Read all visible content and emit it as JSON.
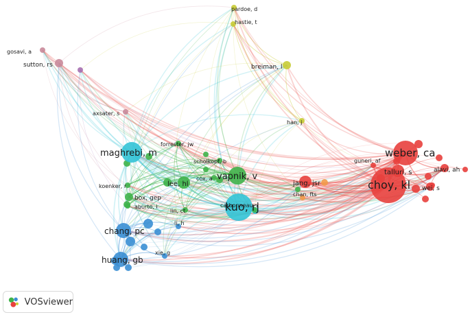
{
  "app": {
    "name": "VOSviewer"
  },
  "colors": {
    "red": "#e8403d",
    "green": "#3fb34a",
    "blue": "#3b8fd4",
    "cyan": "#33c3d6",
    "yellow": "#c8cc35",
    "purple": "#a66fb0",
    "orange": "#f29a4a",
    "pink": "#c98a9a"
  },
  "nodes": [
    {
      "id": "pardoe_d",
      "label": "pardoe, d",
      "cluster": "yellow",
      "weight": 1
    },
    {
      "id": "hastie_t",
      "label": "hastie, t",
      "cluster": "yellow",
      "weight": 1
    },
    {
      "id": "breiman_l",
      "label": "breiman, l",
      "cluster": "yellow",
      "weight": 2
    },
    {
      "id": "han_j",
      "label": "han, j",
      "cluster": "yellow",
      "weight": 1
    },
    {
      "id": "gosavi_a",
      "label": "gosavi, a",
      "cluster": "pink",
      "weight": 1
    },
    {
      "id": "sutton_rs",
      "label": "sutton, rs",
      "cluster": "pink",
      "weight": 2
    },
    {
      "id": "unlabeled_purple",
      "label": "",
      "cluster": "purple",
      "weight": 1
    },
    {
      "id": "axsater_s",
      "label": "axsater, s",
      "cluster": "pink",
      "weight": 1
    },
    {
      "id": "maghrebi_m",
      "label": "maghrebi, m",
      "cluster": "cyan",
      "weight": 6
    },
    {
      "id": "forrester_jw",
      "label": "forrester, jw",
      "cluster": "green",
      "weight": 1
    },
    {
      "id": "scholkopf_b",
      "label": "scholkopf, b",
      "cluster": "green",
      "weight": 1
    },
    {
      "id": "vapnik_v",
      "label": "vapnik, v",
      "cluster": "green",
      "weight": 5
    },
    {
      "id": "lee_hl",
      "label": "lee, hl",
      "cluster": "green",
      "weight": 3
    },
    {
      "id": "cox_a",
      "label": "cox, a",
      "cluster": "green",
      "weight": 1
    },
    {
      "id": "koenker_r",
      "label": "koenker, r",
      "cluster": "green",
      "weight": 1
    },
    {
      "id": "box_gep",
      "label": "box, gep",
      "cluster": "green",
      "weight": 2
    },
    {
      "id": "aburto_l",
      "label": "aburto, l",
      "cluster": "green",
      "weight": 1
    },
    {
      "id": "lin_ct",
      "label": "lin, ct",
      "cluster": "green",
      "weight": 1
    },
    {
      "id": "carbonneau_r",
      "label": "carbonneau, r",
      "cluster": "green",
      "weight": 1
    },
    {
      "id": "kuo_rj",
      "label": "kuo, rj",
      "cluster": "cyan",
      "weight": 8
    },
    {
      "id": "li_h",
      "label": "li, h",
      "cluster": "blue",
      "weight": 1
    },
    {
      "id": "chang_pc",
      "label": "chang, pc",
      "cluster": "blue",
      "weight": 4
    },
    {
      "id": "xie_g",
      "label": "xie, g",
      "cluster": "blue",
      "weight": 1
    },
    {
      "id": "huang_gb",
      "label": "huang, gb",
      "cluster": "blue",
      "weight": 4
    },
    {
      "id": "jang_jsr",
      "label": "jang, jsr",
      "cluster": "red",
      "weight": 3
    },
    {
      "id": "chan_fts",
      "label": "chan, fts",
      "cluster": "orange",
      "weight": 1
    },
    {
      "id": "guneri_af",
      "label": "guneri, af",
      "cluster": "red",
      "weight": 1
    },
    {
      "id": "weber_ca",
      "label": "weber, ca",
      "cluster": "red",
      "weight": 7
    },
    {
      "id": "talluri_s",
      "label": "talluri, s",
      "cluster": "red",
      "weight": 3
    },
    {
      "id": "choy_kl",
      "label": "choy, kl",
      "cluster": "red",
      "weight": 10
    },
    {
      "id": "alavi_ah",
      "label": "alavi, ah",
      "cluster": "red",
      "weight": 2
    },
    {
      "id": "wei_s",
      "label": "wei, s",
      "cluster": "red",
      "weight": 2
    }
  ]
}
